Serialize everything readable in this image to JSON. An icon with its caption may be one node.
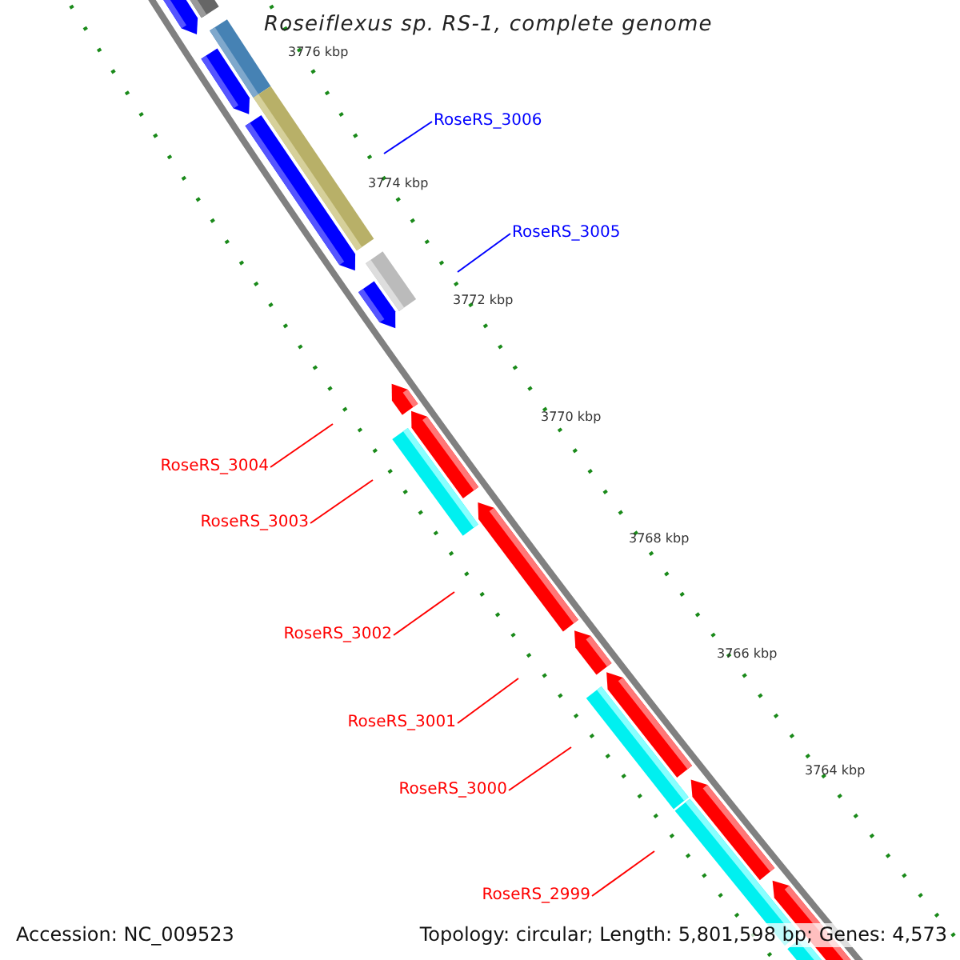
{
  "diagram": {
    "title": "Roseiflexus sp. RS-1, complete genome",
    "nodes": [
      {
        "text": [
          "RoseRS_3006"
        ]
      },
      {
        "text": [
          "RoseRS_3005"
        ]
      },
      {
        "text": [
          "RoseRS_3004"
        ]
      },
      {
        "text": [
          "RoseRS_3003"
        ]
      },
      {
        "text": [
          "RoseRS_3002"
        ]
      },
      {
        "text": [
          "RoseRS_3001"
        ]
      },
      {
        "text": [
          "RoseRS_3000"
        ]
      },
      {
        "text": [
          "RoseRS_2999"
        ]
      }
    ],
    "edges": [
      {
        "from": 0,
        "to": null,
        "arrow": "none",
        "color": "#0000ff"
      },
      {
        "from": 1,
        "to": null,
        "arrow": "none",
        "color": "#0000ff"
      },
      {
        "from": 2,
        "to": null,
        "arrow": "none"
      },
      {
        "from": 3,
        "to": null,
        "arrow": "none"
      },
      {
        "from": 4,
        "to": null,
        "arrow": "none"
      },
      {
        "from": 5,
        "to": null,
        "arrow": "none"
      },
      {
        "from": 6,
        "to": null,
        "arrow": "none"
      },
      {
        "from": 7,
        "to": null,
        "arrow": "none"
      }
    ],
    "labels": [
      "3776 kbp",
      "3774 kbp",
      "3772 kbp",
      "3770 kbp",
      "3768 kbp",
      "3766 kbp",
      "3764 kbp",
      "Accession: NC_009523",
      "Topology: circular; Length: 5,801,598 bp; Genes: 4,573"
    ]
  }
}
